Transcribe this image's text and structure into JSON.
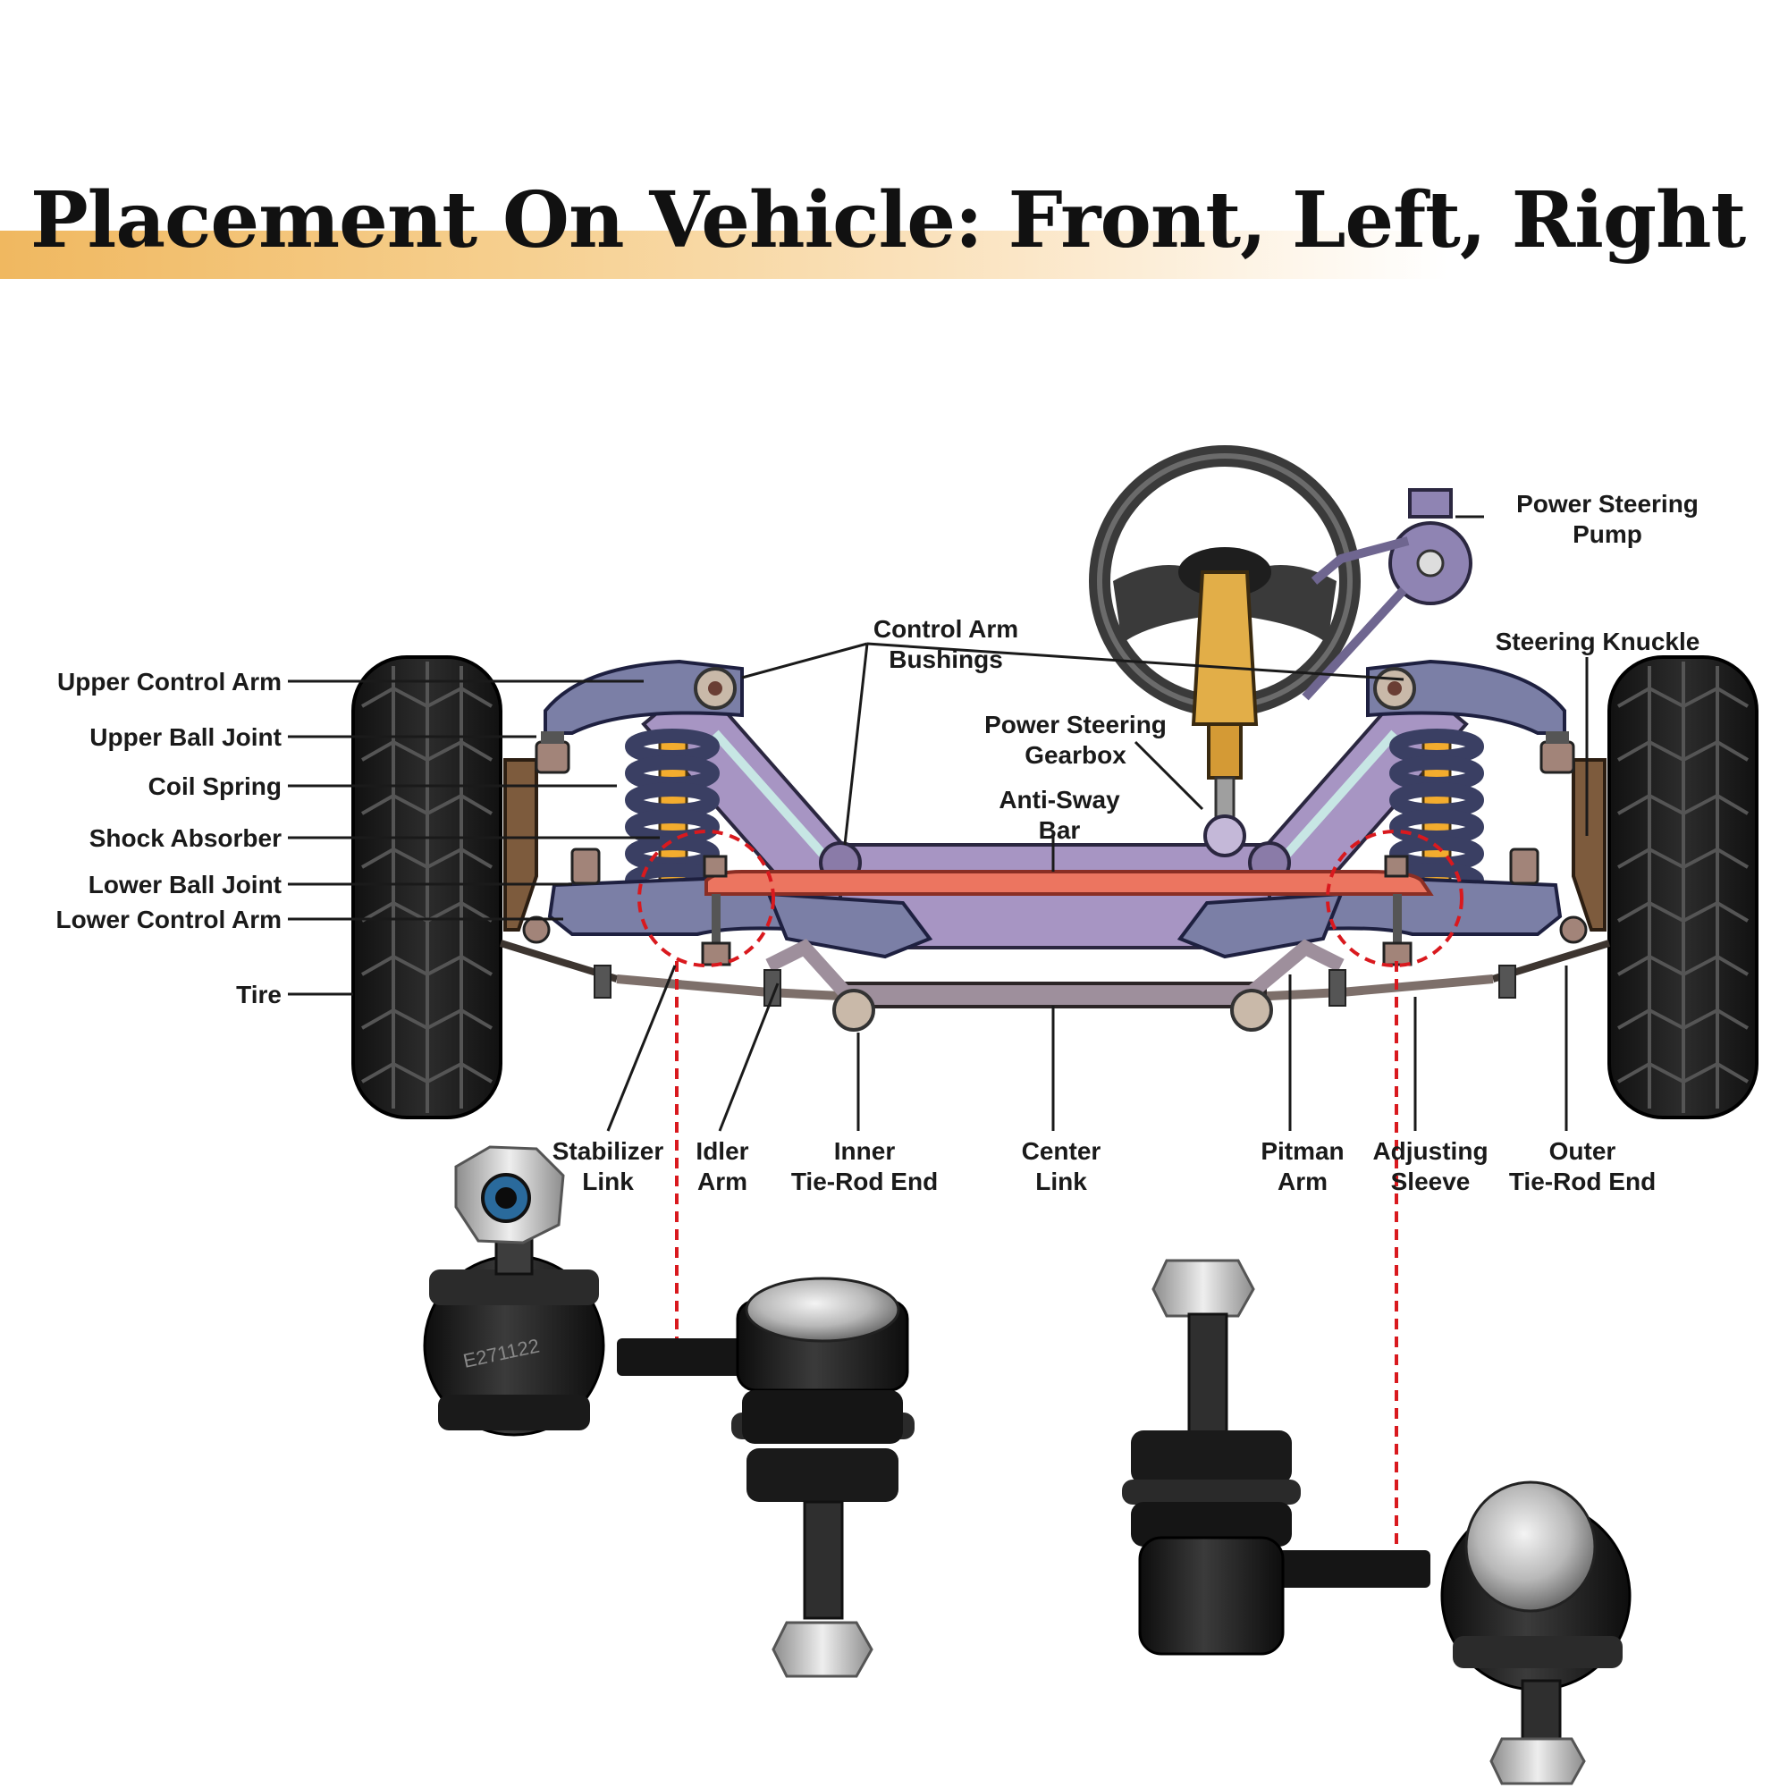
{
  "title": "Placement On Vehicle: Front, Left, Right",
  "labels": {
    "upper_control_arm": "Upper Control Arm",
    "upper_ball_joint": "Upper Ball Joint",
    "coil_spring": "Coil Spring",
    "shock_absorber": "Shock Absorber",
    "lower_ball_joint": "Lower Ball Joint",
    "lower_control_arm": "Lower Control Arm",
    "tire": "Tire",
    "control_arm_bushings": [
      "Control Arm",
      "Bushings"
    ],
    "power_steering_pump": [
      "Power Steering",
      "Pump"
    ],
    "steering_knuckle": "Steering Knuckle",
    "power_steering_gearbox": [
      "Power Steering",
      "Gearbox"
    ],
    "anti_sway_bar": [
      "Anti-Sway",
      "Bar"
    ],
    "stabilizer_link": [
      "Stabilizer",
      "Link"
    ],
    "idler_arm": [
      "Idler",
      "Arm"
    ],
    "inner_tie_rod_end": [
      "Inner",
      "Tie-Rod End"
    ],
    "center_link": [
      "Center",
      "Link"
    ],
    "pitman_arm": [
      "Pitman",
      "Arm"
    ],
    "adjusting_sleeve": [
      "Adjusting",
      "Sleeve"
    ],
    "outer_tie_rod_end": [
      "Outer",
      "Tie-Rod End"
    ]
  },
  "part_marking": "E271122",
  "colors": {
    "frame": "#a795c3",
    "control_arm": "#7b7fa6",
    "sway_bar": "#ec7560",
    "highlight": "#d9191e",
    "tire": "#1e1e1e",
    "spring": "#3a3f63",
    "shock": "#f3ac2e",
    "title_band": "#f0b860"
  }
}
